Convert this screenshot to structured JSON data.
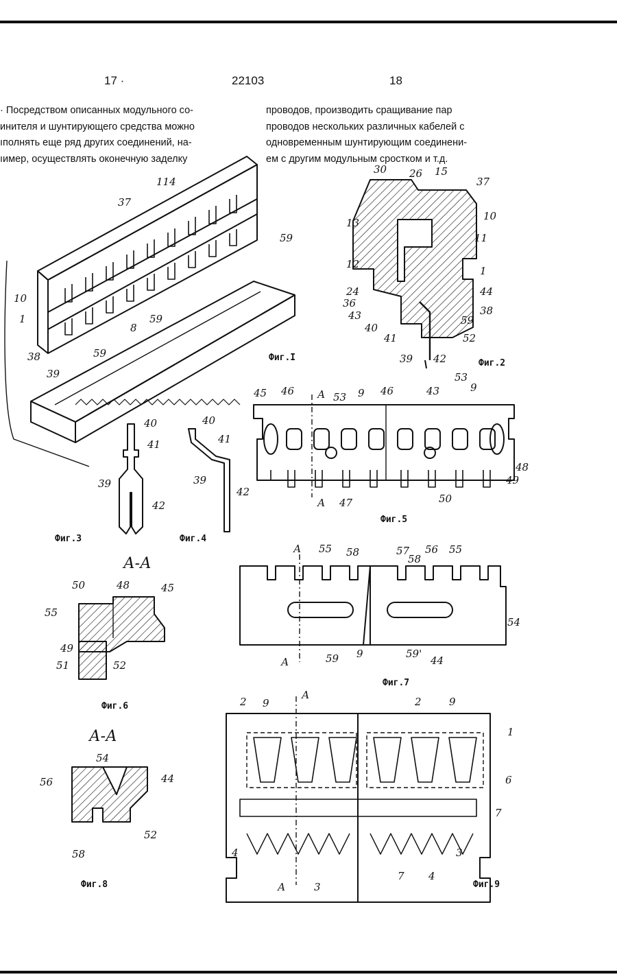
{
  "header": {
    "page_left": "17 ·",
    "patent_number": "22103",
    "page_right": "18"
  },
  "text": {
    "left_lines": [
      "· Посредством описанных модульного со-",
      "инителя и шунтирующего средства можно",
      "ıполнять еще ряд других соединений, на-",
      "ıимер, осуществлять оконечную заделку"
    ],
    "right_lines": [
      "проводов, производить сращивание пар",
      "проводов нескольких различных кабелей с",
      "одновременным шунтирующим соединени-",
      "ем с другим модульным сростком и т.д."
    ]
  },
  "captions": {
    "fig1": "Фиг.I",
    "fig2": "Фиг.2",
    "fig3": "Фиг.3",
    "fig4": "Фиг.4",
    "fig5": "Фиг.5",
    "fig6": "Фиг.6",
    "fig7": "Фиг.7",
    "fig8": "Фиг.8",
    "fig9": "Фиг.9"
  },
  "section_labels": {
    "fig6": "А-А",
    "fig8": "А-А"
  },
  "labels": {
    "fig1": [
      "114",
      "37",
      "59",
      "10",
      "1",
      "38",
      "39",
      "59",
      "59",
      "8"
    ],
    "fig2": [
      "30",
      "26",
      "15",
      "37",
      "13",
      "10",
      "11",
      "12",
      "1",
      "24",
      "36",
      "43",
      "44",
      "38",
      "40",
      "41",
      "59",
      "52",
      "39",
      "42"
    ],
    "fig3": [
      "40",
      "41",
      "39",
      "42"
    ],
    "fig4": [
      "40",
      "41",
      "39",
      "42"
    ],
    "fig5": [
      "45",
      "46",
      "А",
      "53",
      "9",
      "46",
      "43",
      "53",
      "9",
      "48",
      "49",
      "А",
      "47",
      "50"
    ],
    "fig6": [
      "50",
      "48",
      "45",
      "55",
      "49",
      "51",
      "52"
    ],
    "fig7": [
      "А",
      "55",
      "58",
      "57",
      "58",
      "56",
      "55",
      "54",
      "А",
      "59",
      "9",
      "59'",
      "44"
    ],
    "fig8": [
      "54",
      "44",
      "56",
      "52",
      "58"
    ],
    "fig9": [
      "2",
      "9",
      "А",
      "2",
      "9",
      "1",
      "6",
      "7",
      "4",
      "3",
      "7",
      "4",
      "А",
      "3"
    ]
  }
}
